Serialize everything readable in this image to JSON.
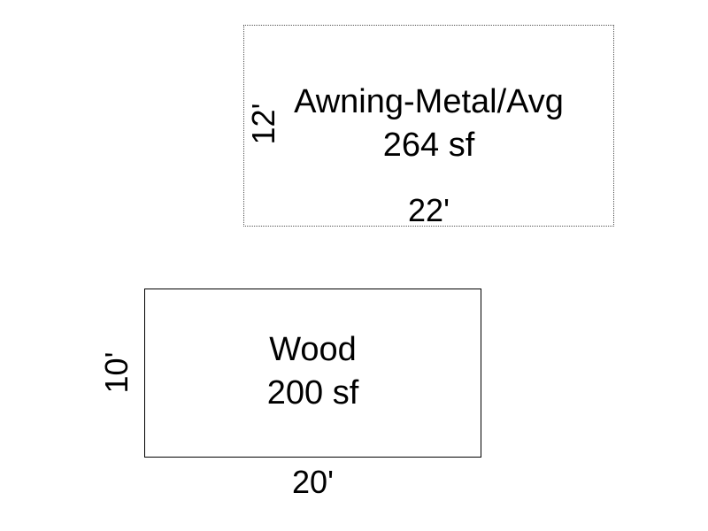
{
  "areas": [
    {
      "name": "Awning-Metal/Avg",
      "area": "264 sf",
      "width": "22'",
      "height": "12'",
      "border_style": "dotted"
    },
    {
      "name": "Wood",
      "area": "200 sf",
      "width": "20'",
      "height": "10'",
      "border_style": "solid"
    }
  ],
  "colors": {
    "background": "#ffffff",
    "text": "#000000",
    "solid_border": "#000000",
    "dotted_border": "#555555"
  }
}
